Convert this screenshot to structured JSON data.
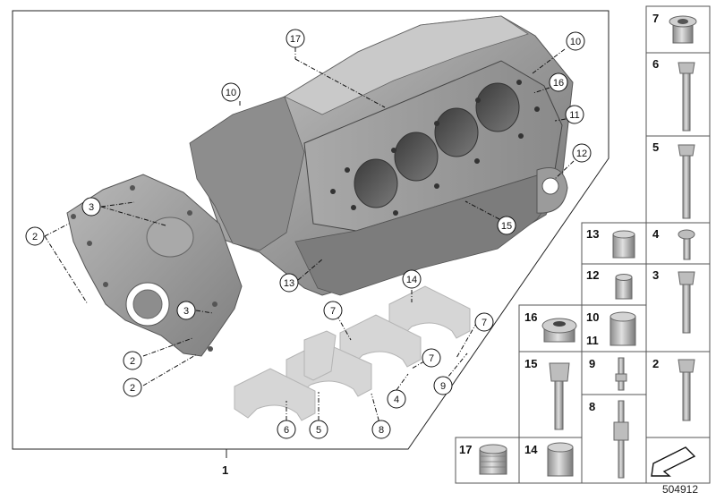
{
  "main": {
    "assembly_label": "1",
    "callouts": {
      "c2a": "2",
      "c2b": "2",
      "c2c": "2",
      "c3a": "3",
      "c3b": "3",
      "c4": "4",
      "c5": "5",
      "c6": "6",
      "c7a": "7",
      "c7b": "7",
      "c7c": "7",
      "c8": "8",
      "c9": "9",
      "c10a": "10",
      "c10b": "10",
      "c11": "11",
      "c12": "12",
      "c13": "13",
      "c14": "14",
      "c15": "15",
      "c16": "16",
      "c17": "17"
    }
  },
  "parts": {
    "p7": "7",
    "p6": "6",
    "p5": "5",
    "p13": "13",
    "p4": "4",
    "p12": "12",
    "p3": "3",
    "p16": "16",
    "p10": "10",
    "p11": "11",
    "p15": "15",
    "p9": "9",
    "p2": "2",
    "p8": "8",
    "p17": "17",
    "p14": "14"
  },
  "footer": {
    "diagram_number": "504912"
  }
}
